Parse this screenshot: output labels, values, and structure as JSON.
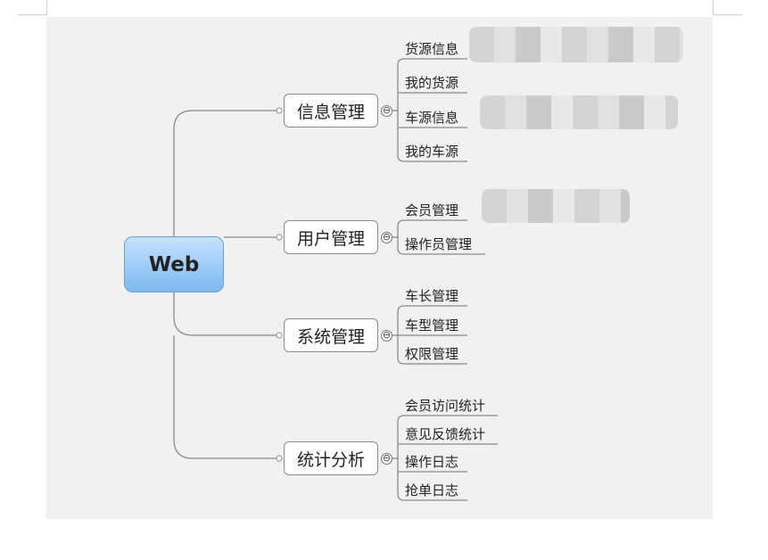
{
  "diagram": {
    "root": "Web",
    "branches": [
      {
        "label": "信息管理",
        "children": [
          "货源信息",
          "我的货源",
          "车源信息",
          "我的车源"
        ]
      },
      {
        "label": "用户管理",
        "children": [
          "会员管理",
          "操作员管理"
        ]
      },
      {
        "label": "系统管理",
        "children": [
          "车长管理",
          "车型管理",
          "权限管理"
        ]
      },
      {
        "label": "统计分析",
        "children": [
          "会员访问统计",
          "意见反馈统计",
          "操作日志",
          "抢单日志"
        ]
      }
    ],
    "toggle_symbol": "⊖",
    "colors": {
      "canvas": "#f1f1f1",
      "root_fill": "#9bcbf7",
      "connector": "#8a8a8a"
    }
  }
}
